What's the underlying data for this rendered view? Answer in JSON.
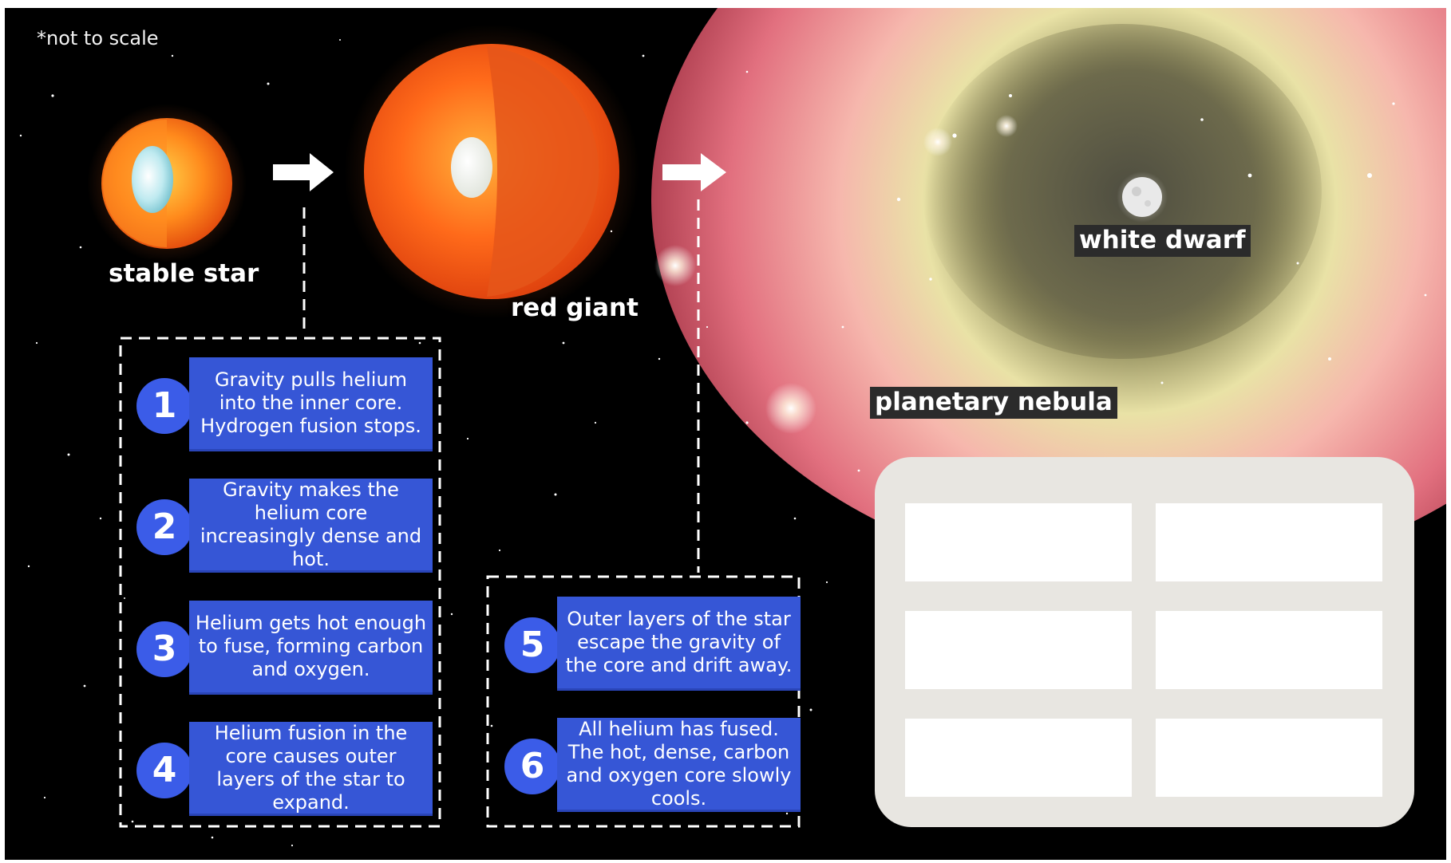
{
  "note": "*not to scale",
  "labels": {
    "stable_star": "stable star",
    "red_giant": "red giant",
    "white_dwarf": "white dwarf",
    "planetary_nebula": "planetary nebula"
  },
  "steps": [
    {
      "number": "1",
      "text": "Gravity pulls helium into the inner core. Hydrogen fusion stops."
    },
    {
      "number": "2",
      "text": "Gravity makes the helium core increasingly dense and hot."
    },
    {
      "number": "3",
      "text": "Helium gets hot enough to fuse, forming carbon and oxygen."
    },
    {
      "number": "4",
      "text": "Helium fusion in the core causes outer layers of the star to expand."
    },
    {
      "number": "5",
      "text": "Outer layers of the star escape the gravity of the core and drift away."
    },
    {
      "number": "6",
      "text": "All helium has fused. The hot, dense, carbon and oxygen core slowly cools."
    }
  ],
  "colors": {
    "step_box": "#3656d6",
    "step_circle": "#3b5ce8",
    "label_background": "#2b2b2b",
    "answer_panel": "#e8e6e1"
  }
}
